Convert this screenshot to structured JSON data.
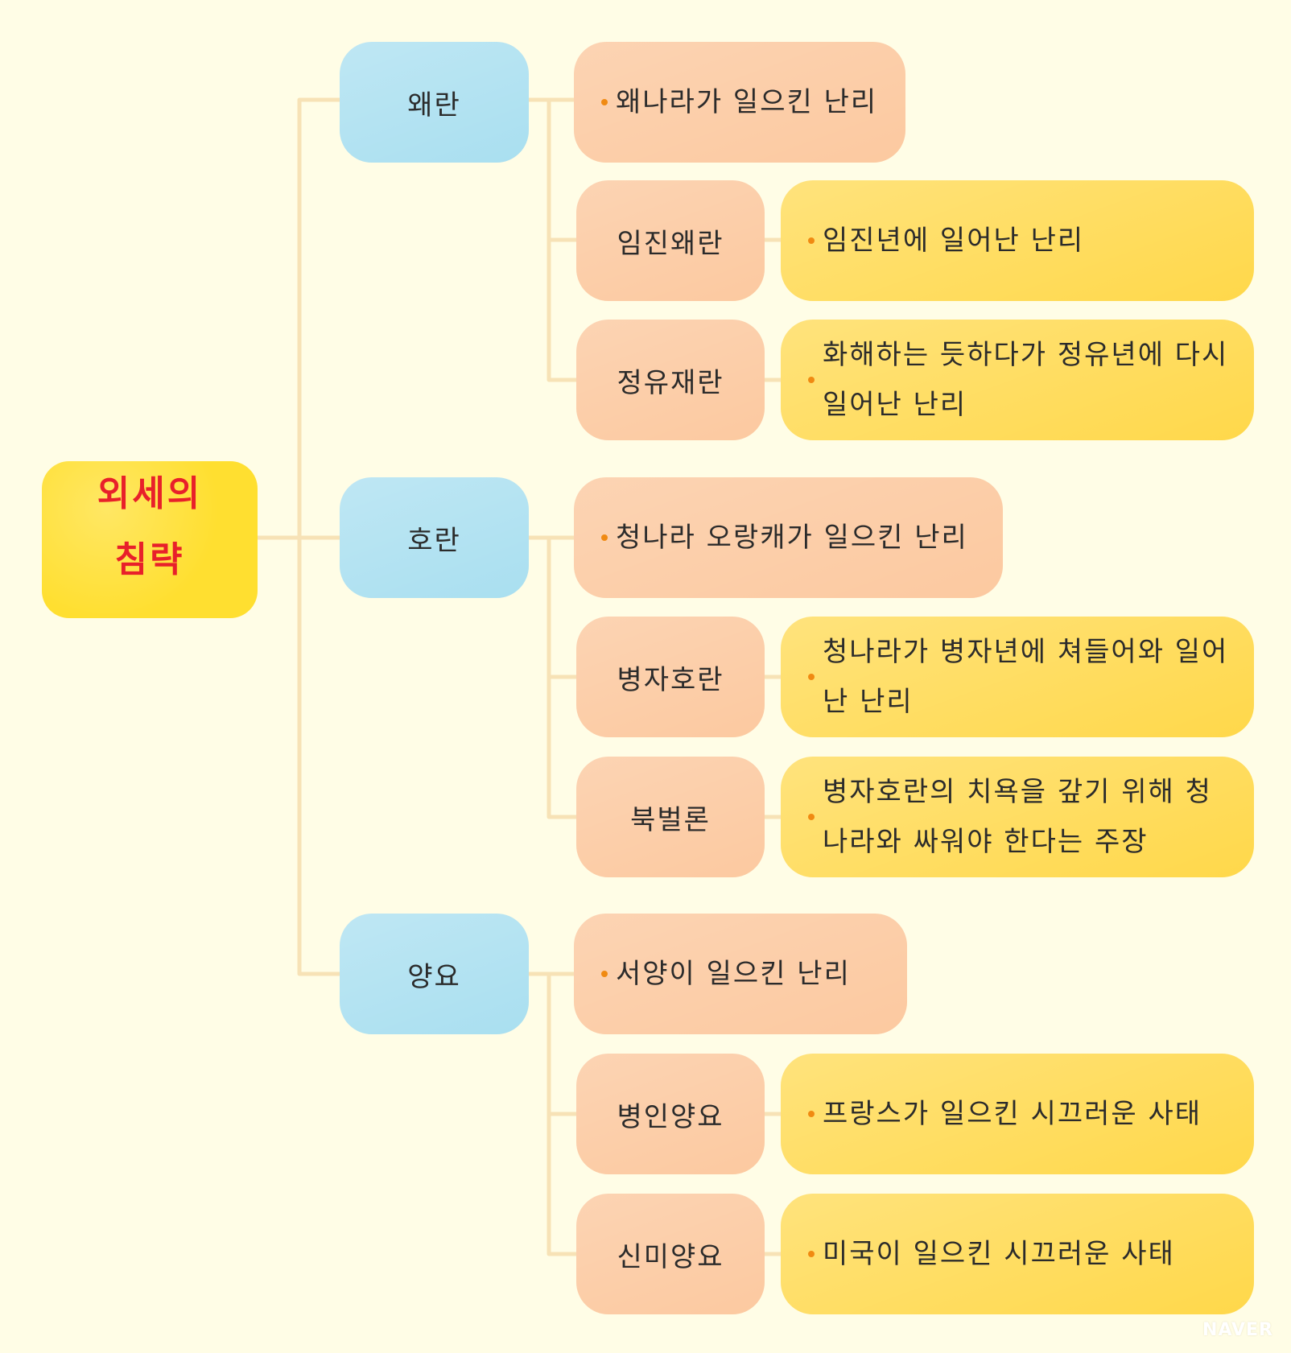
{
  "root": {
    "line1": "외세의",
    "line2": "침략"
  },
  "branches": [
    {
      "label": "왜란",
      "definition": "왜나라가 일으킨 난리",
      "items": [
        {
          "term": "임진왜란",
          "desc": "임진년에 일어난 난리"
        },
        {
          "term": "정유재란",
          "desc": "화해하는 듯하다가 정유년에 다시 일어난 난리"
        }
      ]
    },
    {
      "label": "호란",
      "definition": "청나라 오랑캐가 일으킨 난리",
      "items": [
        {
          "term": "병자호란",
          "desc": "청나라가 병자년에 쳐들어와 일어난 난리"
        },
        {
          "term": "북벌론",
          "desc": "병자호란의 치욕을 갚기 위해 청나라와 싸워야 한다는 주장"
        }
      ]
    },
    {
      "label": "양요",
      "definition": "서양이 일으킨 난리",
      "items": [
        {
          "term": "병인양요",
          "desc": "프랑스가 일으킨 시끄러운 사태"
        },
        {
          "term": "신미양요",
          "desc": "미국이 일으킨 시끄러운 사태"
        }
      ]
    }
  ],
  "watermark": "NAVER",
  "colors": {
    "background": "#fffde6",
    "root": "#ffdf30",
    "root_text": "#e8202a",
    "branch": "#a9dff0",
    "definition": "#fcc9a0",
    "term": "#fcc9a0",
    "description": "#ffd84a",
    "bullet": "#f08a12",
    "connector": "#f7e2b6"
  }
}
